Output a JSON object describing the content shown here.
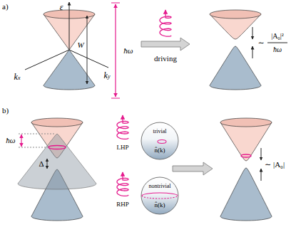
{
  "diagram": {
    "nodes": [
      {
        "text": [
          "trivial",
          "n̂(k)"
        ]
      },
      {
        "text": [
          "nontrivial",
          "n̂(k)"
        ]
      }
    ],
    "labels": [
      "a)",
      "ε",
      "kx",
      "ky",
      "W",
      "ħω",
      "driving",
      "∼",
      "|A₀|²",
      "ħω",
      "b)",
      "ħω",
      "Δ",
      "LHP",
      "RHP",
      "∼ |A₀|"
    ]
  }
}
